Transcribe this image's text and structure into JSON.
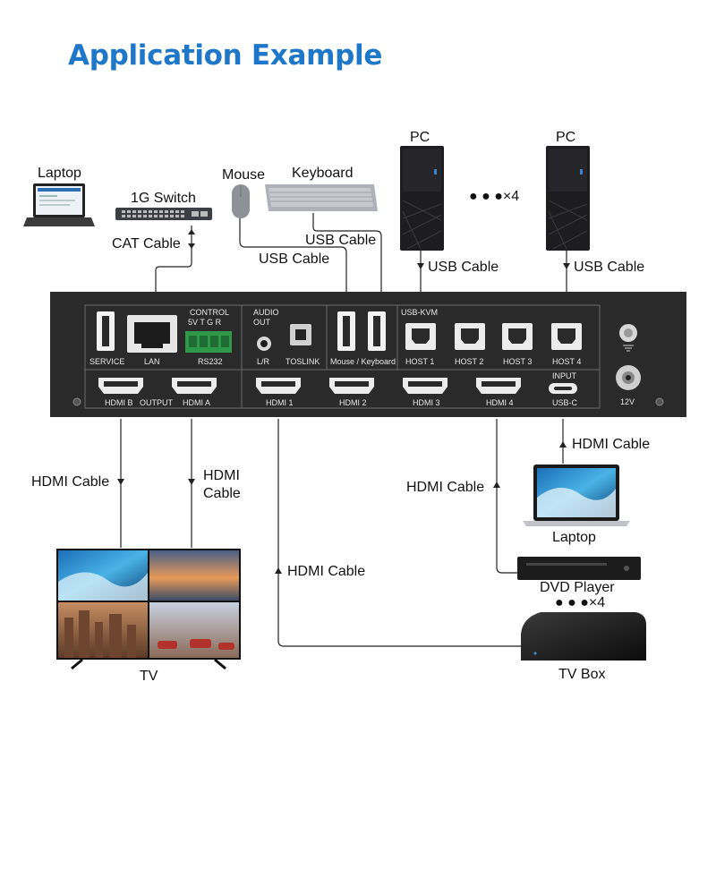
{
  "title": "Application Example",
  "colors": {
    "title": "#1f77c9",
    "panel": "#2a2a2a",
    "terminal": "#2e9a49"
  },
  "labels": {
    "laptop_top": "Laptop",
    "switch": "1G Switch",
    "cat_cable": "CAT Cable",
    "mouse": "Mouse",
    "keyboard": "Keyboard",
    "usb_cable_kb": "USB Cable",
    "usb_cable_mouse": "USB Cable",
    "pc_left": "PC",
    "pc_right": "PC",
    "pc_multiplier": "● ● ●×4",
    "usb_cable_pc1": "USB Cable",
    "usb_cable_pc2": "USB Cable",
    "hdmi_cable_b": "HDMI Cable",
    "hdmi_cable_a_l1": "HDMI",
    "hdmi_cable_a_l2": "Cable",
    "hdmi_cable_1": "HDMI Cable",
    "hdmi_cable_4": "HDMI Cable",
    "hdmi_cable_usbc": "HDMI Cable",
    "tv": "TV",
    "laptop_bottom": "Laptop",
    "dvd": "DVD Player",
    "source_multiplier": "● ● ●×4",
    "tvbox": "TV Box"
  },
  "panel": {
    "service": "SERVICE",
    "lan": "LAN",
    "control": "CONTROL",
    "control_pins": "5V  T  G  R",
    "rs232": "RS232",
    "audio_out_1": "AUDIO",
    "audio_out_2": "OUT",
    "lr": "L/R",
    "toslink": "TOSLINK",
    "mouse_keyboard": "Mouse / Keyboard",
    "usb_kvm": "USB-KVM",
    "host1": "HOST 1",
    "host2": "HOST 2",
    "host3": "HOST 3",
    "host4": "HOST 4",
    "hdmi_b": "HDMI B",
    "output": "OUTPUT",
    "hdmi_a": "HDMI A",
    "hdmi1": "HDMI 1",
    "hdmi2": "HDMI 2",
    "hdmi3": "HDMI 3",
    "hdmi4": "HDMI 4",
    "input": "INPUT",
    "usbc": "USB-C",
    "power": "12V"
  }
}
